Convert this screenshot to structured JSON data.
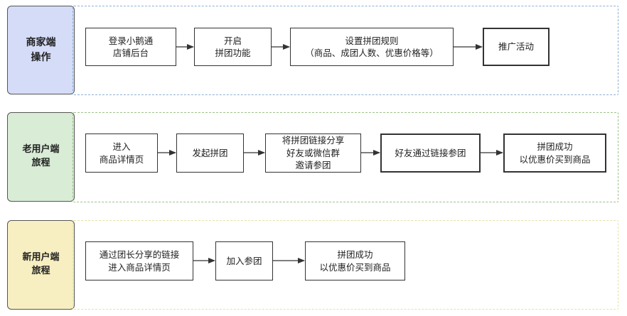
{
  "colors": {
    "merchant_lane_fill": "#d5dcf8",
    "merchant_lane_border": "#8eb0d6",
    "old_user_lane_fill": "#d8ecd6",
    "old_user_lane_border": "#9cc38a",
    "new_user_lane_fill": "#f7efc2",
    "new_user_lane_border": "#e6e2a6",
    "arrow": "#333333"
  },
  "lanes": {
    "merchant": {
      "label": "商家端\n操作",
      "steps": [
        "登录小鹅通\n店铺后台",
        "开启\n拼团功能",
        "设置拼团规则\n（商品、成团人数、优惠价格等）",
        "推广活动"
      ]
    },
    "old_user": {
      "label": "老用户端\n旅程",
      "steps": [
        "进入\n商品详情页",
        "发起拼团",
        "将拼团链接分享\n好友或微信群\n邀请参团",
        "好友通过链接参团",
        "拼团成功\n以优惠价买到商品"
      ]
    },
    "new_user": {
      "label": "新用户端\n旅程",
      "steps": [
        "通过团长分享的链接\n进入商品详情页",
        "加入参团",
        "拼团成功\n以优惠价买到商品"
      ]
    }
  }
}
